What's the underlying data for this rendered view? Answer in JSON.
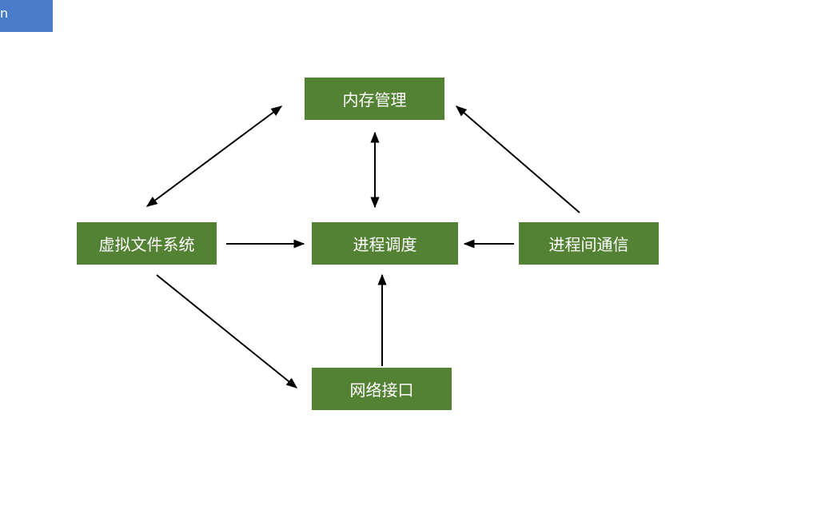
{
  "header": {
    "corner_tab_label": "n",
    "accent_color": "#4a7ccc"
  },
  "diagram": {
    "node_color": "#548235",
    "nodes": {
      "memory": "内存管理",
      "vfs": "虚拟文件系统",
      "scheduler": "进程调度",
      "ipc": "进程间通信",
      "network": "网络接口"
    },
    "edges": [
      {
        "from": "vfs",
        "to": "memory",
        "direction": "both"
      },
      {
        "from": "memory",
        "to": "scheduler",
        "direction": "both"
      },
      {
        "from": "ipc",
        "to": "memory",
        "direction": "forward"
      },
      {
        "from": "vfs",
        "to": "scheduler",
        "direction": "forward"
      },
      {
        "from": "ipc",
        "to": "scheduler",
        "direction": "forward"
      },
      {
        "from": "vfs",
        "to": "network",
        "direction": "forward"
      },
      {
        "from": "network",
        "to": "scheduler",
        "direction": "forward"
      }
    ]
  }
}
